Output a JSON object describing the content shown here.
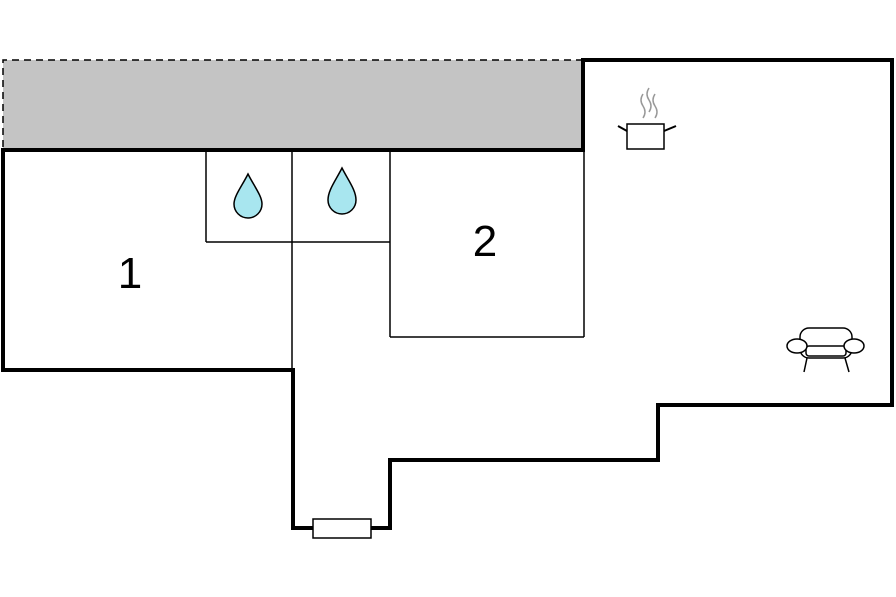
{
  "rooms": [
    {
      "id": "bedroom-1",
      "label": "1"
    },
    {
      "id": "bedroom-2",
      "label": "2"
    }
  ],
  "icons": {
    "bathroom_left": "water-drop-icon",
    "bathroom_right": "water-drop-icon",
    "kitchen": "cooking-pot-icon",
    "living": "sofa-icon",
    "entrance": "door-icon"
  },
  "colors": {
    "wall": "#000000",
    "terrace": "#c4c4c4",
    "water": "#a8e6ef",
    "background": "#ffffff"
  }
}
